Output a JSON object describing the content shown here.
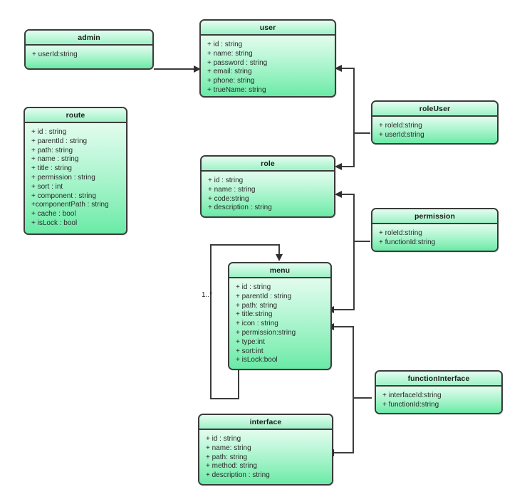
{
  "diagram": {
    "type": "uml-class-diagram",
    "title": "",
    "background": "#ffffff",
    "colors": {
      "class_border": "#3c3c3c",
      "class_header_top": "#e4fdf0",
      "class_header_bottom": "#9df2c6",
      "class_body_top": "#e2fcec",
      "class_body_bottom": "#6aeaa6",
      "connector": "#3c3c3c",
      "text": "#2a2a2a"
    }
  },
  "classes": [
    {
      "id": "admin",
      "name": "admin",
      "attributes": [
        "+ userId:string"
      ]
    },
    {
      "id": "user",
      "name": "user",
      "attributes": [
        "+ id : string",
        "+ name: string",
        "+ password : string",
        "+ email: string",
        "+ phone: string",
        "+ trueName: string"
      ]
    },
    {
      "id": "route",
      "name": "route",
      "attributes": [
        "+ id : string",
        "+ parentId : string",
        "+ path: string",
        "+ name : string",
        "+ title : string",
        "+ permission : string",
        "+ sort : int",
        "+ component : string",
        "+componentPath : string",
        "+ cache : bool",
        "+ isLock : bool"
      ]
    },
    {
      "id": "roleUser",
      "name": "roleUser",
      "attributes": [
        "+ roleId:string",
        "+ userId:string"
      ]
    },
    {
      "id": "role",
      "name": "role",
      "attributes": [
        "+ id : string",
        "+ name : string",
        "+ code:string",
        "+ description : string"
      ]
    },
    {
      "id": "permission",
      "name": "permission",
      "attributes": [
        "+ roleId:string",
        "+ functionId:string"
      ]
    },
    {
      "id": "menu",
      "name": "menu",
      "attributes": [
        "+ id : string",
        "+ parentId : string",
        "+ path: string",
        "+ title:string",
        "+ icon : string",
        "+ permission:string",
        "+ type:int",
        "+ sort:int",
        "+ isLock:bool"
      ]
    },
    {
      "id": "functionInterface",
      "name": "functionInterface",
      "attributes": [
        "+ interfaceId:string",
        "+ functionId:string"
      ]
    },
    {
      "id": "interface",
      "name": "interface",
      "attributes": [
        "+ id : string",
        "+ name: string",
        "+ path: string",
        "+ method: string",
        "+ description : string"
      ]
    }
  ],
  "relations": [
    {
      "id": "admin-user",
      "from": "admin",
      "to": "user",
      "label": ""
    },
    {
      "id": "roleuser-user",
      "from": "roleUser",
      "to": "user",
      "label": ""
    },
    {
      "id": "roleuser-role",
      "from": "roleUser",
      "to": "role",
      "label": ""
    },
    {
      "id": "permission-role",
      "from": "permission",
      "to": "role",
      "label": ""
    },
    {
      "id": "permission-menu",
      "from": "permission",
      "to": "menu",
      "label": ""
    },
    {
      "id": "functioninterface-menu",
      "from": "functionInterface",
      "to": "menu",
      "label": ""
    },
    {
      "id": "functioninterface-interface",
      "from": "functionInterface",
      "to": "interface",
      "label": ""
    },
    {
      "id": "menu-self",
      "from": "menu",
      "to": "menu",
      "label": "1..*"
    }
  ]
}
